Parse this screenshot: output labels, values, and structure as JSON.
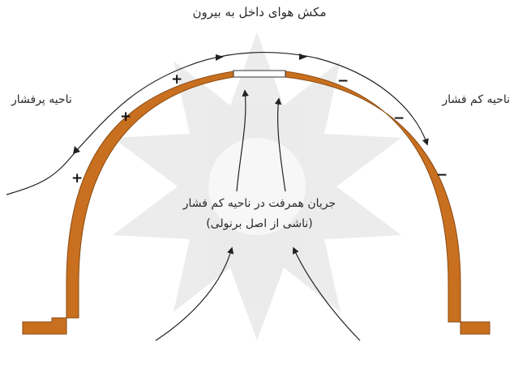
{
  "labels": {
    "top": "مکش هوای داخل به بیرون",
    "high_pressure": "ناحیه پرفشار",
    "low_pressure": "ناحیه کم فشار",
    "center_line1": "جریان همرفت در ناحیه کم فشار",
    "center_line2": "(ناشی از اصل برنولی)"
  },
  "signs": {
    "plus": "+",
    "minus": "−"
  },
  "colors": {
    "dome_fill": "#c8701f",
    "dome_stroke": "#8a4a12",
    "arrow": "#222222",
    "watermark": "#d9d9d9"
  }
}
